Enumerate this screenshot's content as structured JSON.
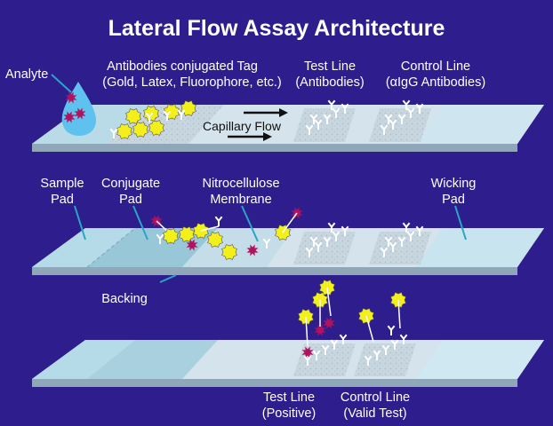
{
  "title": "Lateral Flow Assay Architecture",
  "labels": {
    "analyte": "Analyte",
    "tag_line1": "Antibodies conjugated Tag",
    "tag_line2": "(Gold, Latex, Fluorophore, etc.)",
    "test_line_line1": "Test Line",
    "test_line_line2": "(Antibodies)",
    "control_line_line1": "Control Line",
    "control_line_line2": "(αIgG Antibodies)",
    "capillary_flow": "Capillary Flow",
    "sample_pad_line1": "Sample",
    "sample_pad_line2": "Pad",
    "conjugate_pad_line1": "Conjugate",
    "conjugate_pad_line2": "Pad",
    "membrane_line1": "Nitrocellulose",
    "membrane_line2": "Membrane",
    "wicking_pad_line1": "Wicking",
    "wicking_pad_line2": "Pad",
    "backing": "Backing",
    "positive_line1": "Test Line",
    "positive_line2": "(Positive)",
    "valid_line1": "Control Line",
    "valid_line2": "(Valid Test)"
  },
  "colors": {
    "background": "#2e1d8c",
    "strip_top": "#cfe0ea",
    "strip_side": "#8fa7b8",
    "pad_blue": "#a9d4e2",
    "drop_blue": "#5fc2ee",
    "tag_yellow": "#f2ef1a",
    "analyte_magenta": "#b01260",
    "line_cyan": "#2aa5c8"
  }
}
